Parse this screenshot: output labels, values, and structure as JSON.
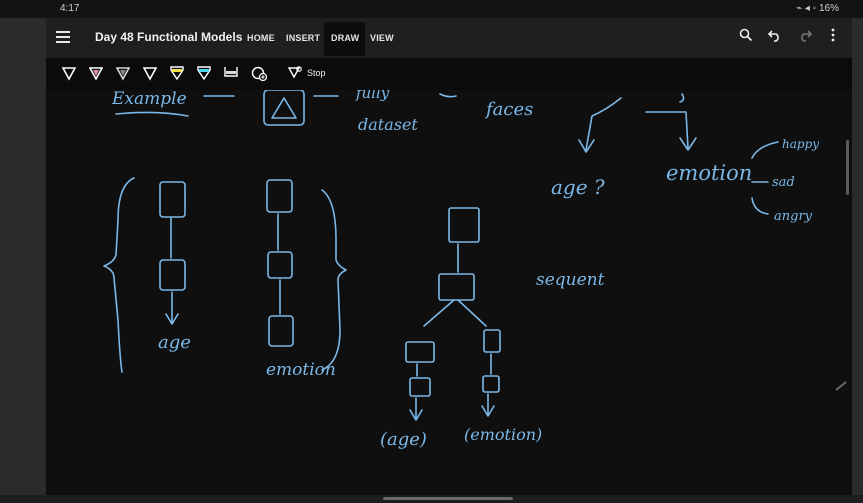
{
  "status_bar": {
    "time": "4:17",
    "battery": "16%"
  },
  "app_bar": {
    "title": "Day 48 Functional Models",
    "tabs": [
      {
        "label": "HOME",
        "active": false
      },
      {
        "label": "INSERT",
        "active": false
      },
      {
        "label": "DRAW",
        "active": true
      },
      {
        "label": "VIEW",
        "active": false
      }
    ],
    "actions": [
      "search-icon",
      "undo-icon",
      "redo-icon",
      "more-vertical-icon"
    ]
  },
  "draw_toolbar": {
    "pens": [
      {
        "icon": "pen-icon",
        "color": "#ffffff"
      },
      {
        "icon": "pen-icon",
        "color": "#e58fa8"
      },
      {
        "icon": "pen-icon",
        "color": "#d8d8d8"
      },
      {
        "icon": "pen-icon",
        "color": "#ffffff"
      },
      {
        "icon": "highlighter-icon",
        "color": "#f2e14b"
      },
      {
        "icon": "highlighter-icon",
        "color": "#4fd6e8"
      },
      {
        "icon": "highlighter-icon",
        "color": "#d8d8d8"
      }
    ],
    "add_pen_icon": "add-pen-icon",
    "stop_label": "Stop"
  },
  "ink": {
    "example": "Example",
    "dataset": "dataset",
    "faces": "faces",
    "age_question": "age ?",
    "emotion_top": "emotion",
    "happy": "happy",
    "sad": "sad",
    "angry": "angry",
    "age_left": "age",
    "emotion_left": "emotion",
    "sequential": "sequent",
    "age_branch": "(age)",
    "emotion_branch": "(emotion)"
  },
  "colors": {
    "ink": "#7bb8e8",
    "canvas": "#0f0f0f"
  }
}
